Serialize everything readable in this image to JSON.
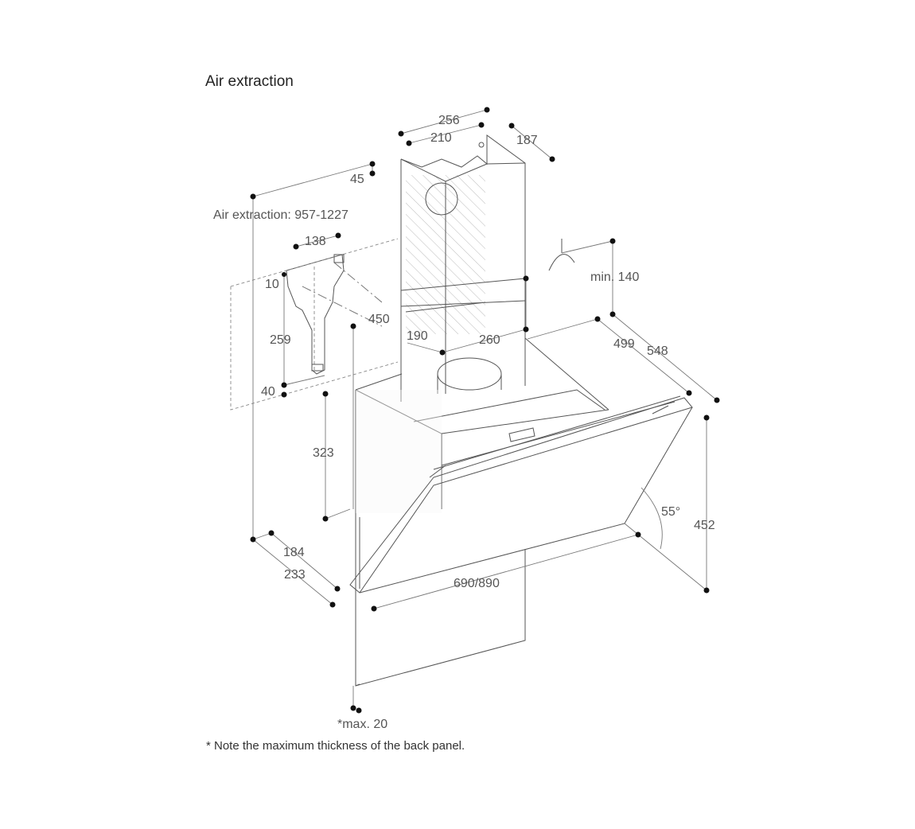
{
  "title": "Air extraction",
  "footnote": "* Note the maximum thickness of the back panel.",
  "dimensions": {
    "d256": "256",
    "d210": "210",
    "d187": "187",
    "d45": "45",
    "air_extraction": "Air extraction: 957-1227",
    "d138": "138",
    "d10": "10",
    "d259": "259",
    "d40": "40",
    "d450": "450",
    "d190": "190",
    "d260": "260",
    "min140": "min. 140",
    "d499": "499",
    "d548": "548",
    "d323": "323",
    "d55": "55°",
    "d452": "452",
    "d184": "184",
    "d233": "233",
    "d690_890": "690/890",
    "max20": "*max. 20"
  }
}
